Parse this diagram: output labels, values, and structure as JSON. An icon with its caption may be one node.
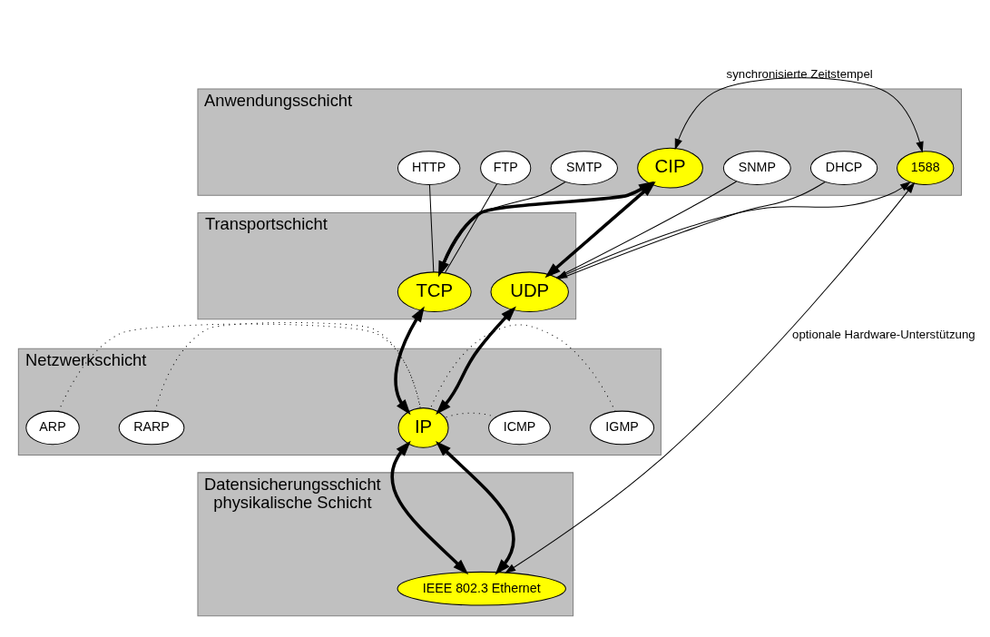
{
  "diagram": {
    "nodes": [
      {
        "text": [
          "Anwendungsschicht"
        ]
      },
      {
        "text": [
          "HTTP"
        ],
        "in": 0
      },
      {
        "text": [
          "FTP"
        ],
        "in": 0
      },
      {
        "text": [
          "SMTP"
        ],
        "in": 0
      },
      {
        "text": [
          "CIP"
        ],
        "in": 0
      },
      {
        "text": [
          "SNMP"
        ],
        "in": 0
      },
      {
        "text": [
          "DHCP"
        ],
        "in": 0
      },
      {
        "text": [
          "1588"
        ],
        "in": 0
      },
      {
        "text": [
          "Transportschicht"
        ]
      },
      {
        "text": [
          "TCP"
        ],
        "in": 8
      },
      {
        "text": [
          "UDP"
        ],
        "in": 8
      },
      {
        "text": [
          "Netzwerkschicht"
        ]
      },
      {
        "text": [
          "RARP"
        ],
        "in": 11
      },
      {
        "text": [
          "ARP"
        ],
        "in": 11
      },
      {
        "text": [
          "IP"
        ],
        "in": 11
      },
      {
        "text": [
          "ICMP"
        ],
        "in": 11
      },
      {
        "text": [
          "IGMP"
        ],
        "in": 11
      },
      {
        "text": [
          "Datensicherungsschicht",
          "physikalische Schicht"
        ]
      },
      {
        "text": [
          "IEEE 802.3 Ethernet"
        ],
        "in": 17
      }
    ],
    "edges": [
      {
        "from": 4,
        "to": 7,
        "arrow": "both",
        "label": "synchronisierte Zeitstempel"
      },
      {
        "from": 2,
        "to": 9,
        "arrow": "none"
      },
      {
        "from": 1,
        "to": 9,
        "arrow": "none"
      },
      {
        "from": 3,
        "to": 9,
        "arrow": "none"
      },
      {
        "from": 4,
        "to": 9,
        "arrow": "both",
        "style": "thick"
      },
      {
        "from": 4,
        "to": 10,
        "arrow": "both",
        "style": "thick"
      },
      {
        "from": 5,
        "to": 10,
        "arrow": "none"
      },
      {
        "from": 6,
        "to": 10,
        "arrow": "none"
      },
      {
        "from": 7,
        "to": 10,
        "arrow": "both"
      },
      {
        "from": 7,
        "to": 18,
        "arrow": "both",
        "label": "optionale Hardware-Unterstützung"
      },
      {
        "from": 9,
        "to": 14,
        "arrow": "both",
        "style": "thick"
      },
      {
        "from": 10,
        "to": 14,
        "arrow": "both",
        "style": "thick"
      },
      {
        "from": 12,
        "to": 14,
        "arrow": "none",
        "style": "dashed"
      },
      {
        "from": 13,
        "to": 14,
        "arrow": "none",
        "style": "dashed"
      },
      {
        "from": 15,
        "to": 14,
        "arrow": "none",
        "style": "dashed"
      },
      {
        "from": 16,
        "to": 14,
        "arrow": "none",
        "style": "dashed"
      },
      {
        "from": 14,
        "to": 18,
        "arrow": "both",
        "style": "thick"
      },
      {
        "from": 14,
        "to": 18,
        "arrow": "both",
        "style": "thick"
      }
    ]
  }
}
